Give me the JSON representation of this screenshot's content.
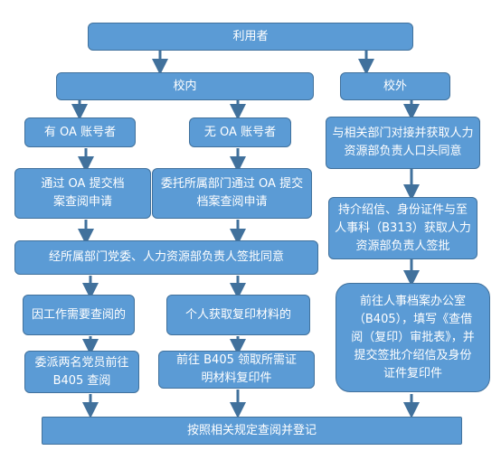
{
  "nodes": {
    "users": "利用者",
    "on_campus": "校内",
    "off_campus": "校外",
    "with_oa": "有 OA 账号者",
    "without_oa": "无 OA 账号者",
    "contact_dept": "与相关部门对接并获取人力资源部负责人口头同意",
    "submit_oa": "通过 OA 提交档案查阅申请",
    "delegate_oa": "委托所属部门通过 OA 提交档案查阅申请",
    "letter_id": "持介绍信、身份证件与至人事科（B313）获取人力资源部负责人签批",
    "approval": "经所属部门党委、人力资源部负责人签批同意",
    "work_need": "因工作需要查阅的",
    "personal_copy": "个人获取复印材料的",
    "goto_office": "前往人事档案办公室（B405），填写《查借阅（复印）审批表》，并提交签批介绍信及身份证件复印件",
    "send_two": "委派两名党员前往 B405 查阅",
    "b405_copy": "前往 B405 领取所需证明材料复印件",
    "final": "按照相关规定查阅并登记"
  },
  "colors": {
    "box_fill": "#5b9bd5",
    "box_border": "#41719c",
    "arrow": "#41719c"
  }
}
